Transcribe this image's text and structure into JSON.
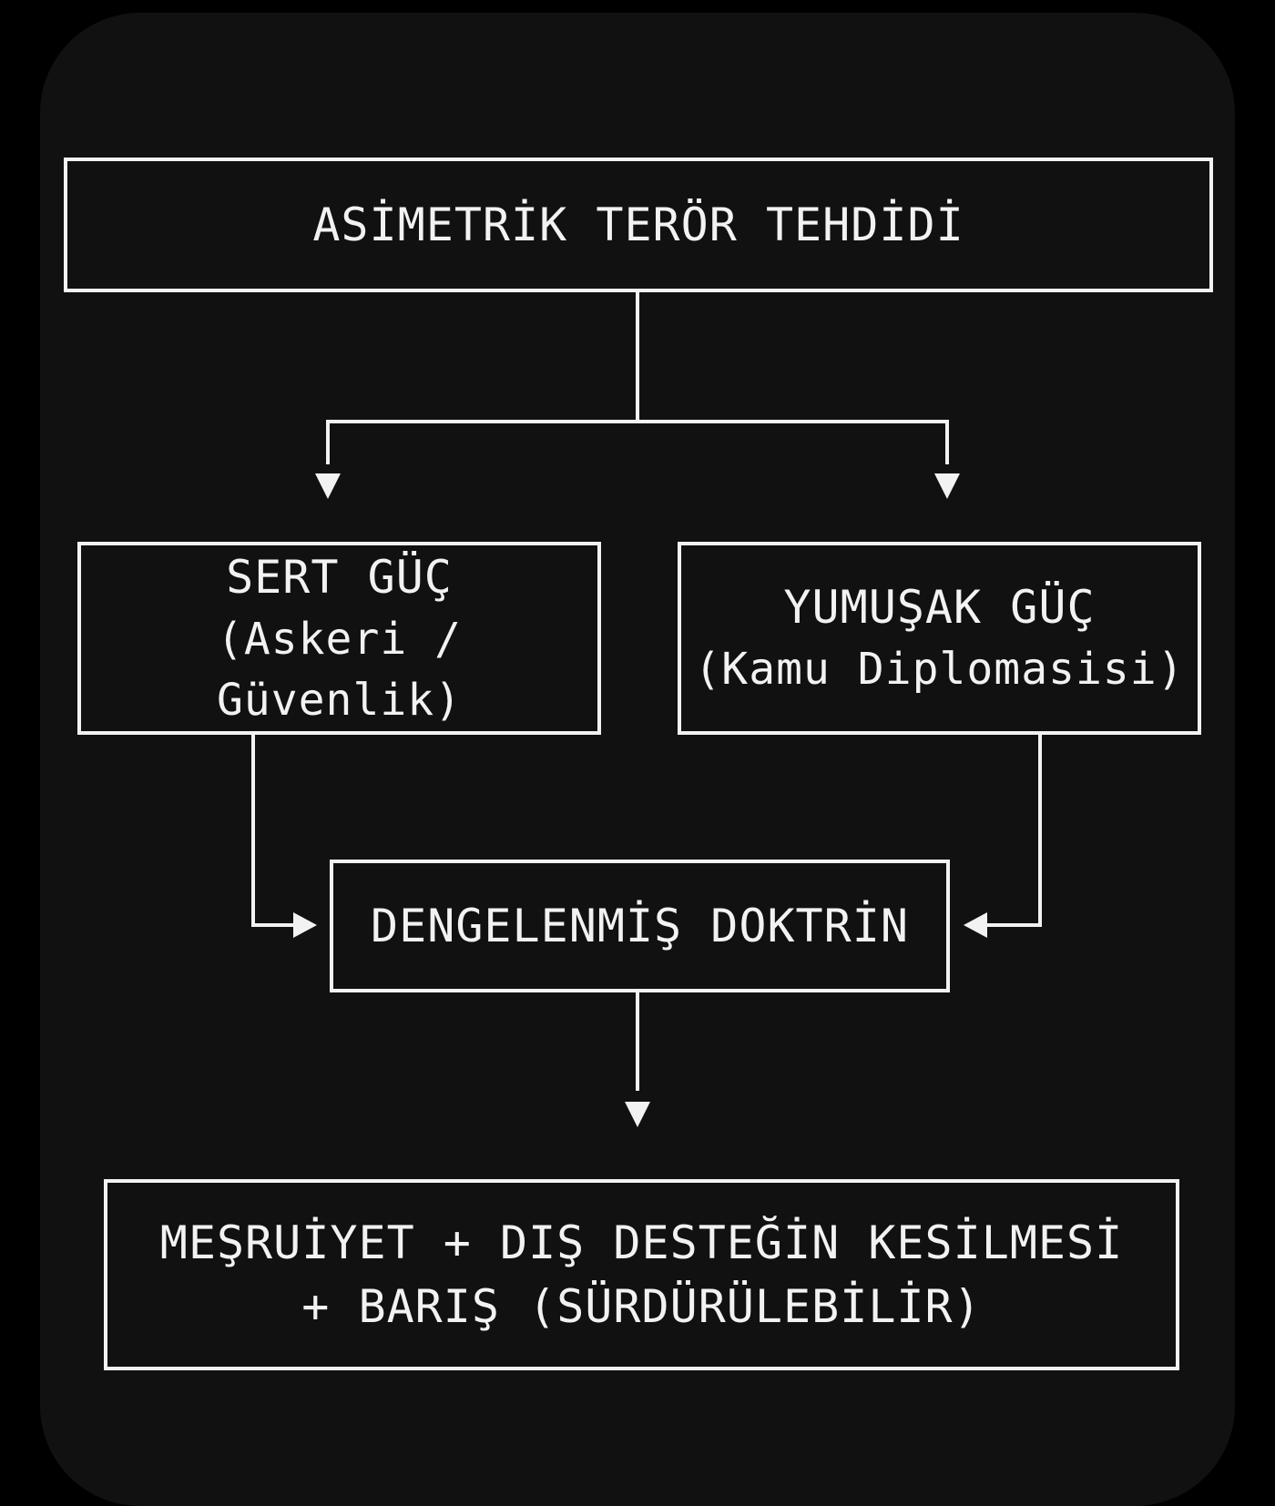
{
  "diagram": {
    "threat_label": "ASİMETRİK TERÖR TEHDİDİ",
    "hard_power": {
      "title": "SERT GÜÇ",
      "subtitle": "(Askeri / Güvenlik)"
    },
    "soft_power": {
      "title": "YUMUŞAK GÜÇ",
      "subtitle": "(Kamu Diplomasisi)"
    },
    "doctrine_label": "DENGELENMİŞ DOKTRİN",
    "outcome": {
      "line1": "MEŞRUİYET + DIŞ DESTEĞİN KESİLMESİ",
      "line2": "+ BARIŞ (SÜRDÜRÜLEBİLİR)"
    }
  },
  "colors": {
    "background": "#111111",
    "outer": "#000000",
    "stroke": "#f2f2f2"
  }
}
